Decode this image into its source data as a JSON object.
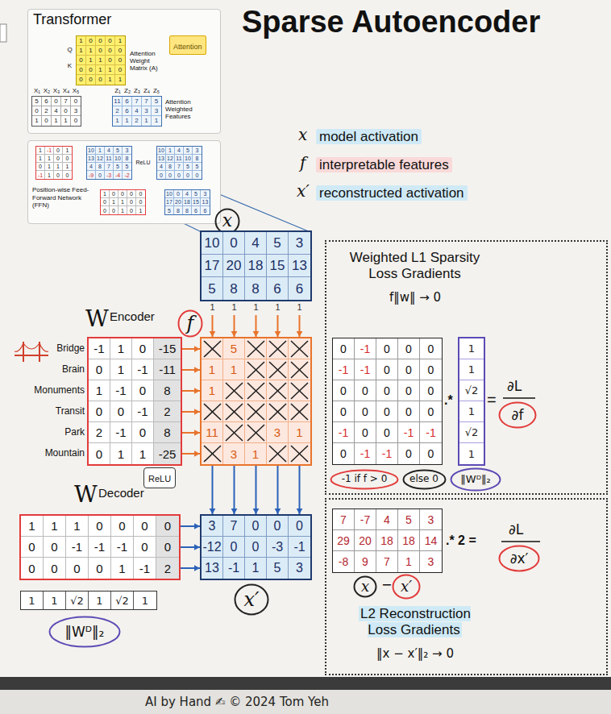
{
  "diagram": {
    "title": "Sparse Autoencoder",
    "caption": "AI by Hand ✍ © 2024 Tom Yeh",
    "nodes": [
      {
        "text": [
          "Transformer"
        ]
      },
      {
        "text": [
          "Attention"
        ],
        "in": 0
      },
      {
        "text": [
          "1",
          "0",
          "0",
          "0",
          "1",
          "1",
          "1",
          "0",
          "0",
          "0",
          "0",
          "1",
          "1",
          "0",
          "0",
          "0",
          "0",
          "1",
          "1",
          "0",
          "0",
          "0",
          "0",
          "1",
          "1"
        ],
        "in": 0
      },
      {
        "text": [
          "5",
          "6",
          "0",
          "7",
          "0",
          "0",
          "2",
          "4",
          "0",
          "3",
          "1",
          "0",
          "1",
          "1",
          "0"
        ],
        "in": 0
      },
      {
        "text": [
          "11",
          "6",
          "7",
          "7",
          "5",
          "2",
          "6",
          "4",
          "3",
          "3",
          "1",
          "1",
          "2",
          "1",
          "1"
        ],
        "in": 0
      },
      {
        "text": [
          "Position-wise Feed-Forward Network (FFN)"
        ]
      },
      {
        "text": [
          "1",
          "-1",
          "0",
          "1",
          "1",
          "1",
          "0",
          "0",
          "0",
          "1",
          "1",
          "1",
          "-1",
          "1",
          "0",
          "0"
        ],
        "in": 5
      },
      {
        "text": [
          "10",
          "1",
          "4",
          "5",
          "3",
          "13",
          "12",
          "11",
          "10",
          "8",
          "4",
          "8",
          "7",
          "5",
          "5",
          "-9",
          "0",
          "-3",
          "-4",
          "-2"
        ],
        "in": 5
      },
      {
        "text": [
          "10",
          "1",
          "4",
          "5",
          "3",
          "13",
          "12",
          "11",
          "10",
          "8",
          "4",
          "8",
          "7",
          "5",
          "5",
          "0",
          "0",
          "0",
          "0",
          "0"
        ],
        "in": 5
      },
      {
        "text": [
          "1",
          "0",
          "0",
          "0",
          "0",
          "0",
          "1",
          "1",
          "0",
          "0",
          "0",
          "0",
          "1",
          "0",
          "1"
        ],
        "in": 5
      },
      {
        "text": [
          "10",
          "0",
          "4",
          "5",
          "3",
          "17",
          "20",
          "18",
          "15",
          "13",
          "5",
          "8",
          "8",
          "6",
          "6"
        ],
        "in": 5
      },
      {
        "text": [
          "x"
        ]
      },
      {
        "text": [
          "10",
          "0",
          "4",
          "5",
          "3",
          "17",
          "20",
          "18",
          "15",
          "13",
          "5",
          "8",
          "8",
          "6",
          "6",
          "1",
          "1",
          "1",
          "1",
          "1"
        ]
      },
      {
        "text": [
          "f"
        ]
      },
      {
        "text": [
          "-1",
          "1",
          "0",
          "-15",
          "0",
          "1",
          "-1",
          "-11",
          "1",
          "-1",
          "0",
          "8",
          "0",
          "0",
          "-1",
          "2",
          "2",
          "-1",
          "0",
          "8",
          "0",
          "1",
          "1",
          "-25"
        ]
      },
      {
        "text": [
          "5",
          "1",
          "1",
          "1",
          "11",
          "3",
          "1",
          "3",
          "1"
        ]
      },
      {
        "text": [
          "ReLU"
        ]
      },
      {
        "text": [
          "1",
          "1",
          "1",
          "0",
          "0",
          "0",
          "0",
          "0",
          "0",
          "-1",
          "-1",
          "-1",
          "0",
          "0",
          "0",
          "0",
          "0",
          "0",
          "1",
          "-1",
          "2"
        ]
      },
      {
        "text": [
          "3",
          "7",
          "0",
          "0",
          "0",
          "-12",
          "0",
          "0",
          "-3",
          "-1",
          "13",
          "-1",
          "1",
          "5",
          "3"
        ]
      },
      {
        "text": [
          "1",
          "1",
          "√2",
          "1",
          "√2",
          "1"
        ]
      },
      {
        "text": [
          "‖Wᴰ‖₂"
        ]
      },
      {
        "text": [
          "x′"
        ]
      },
      {
        "text": [
          "Weighted L1 Sparsity Loss Gradients",
          "f‖w‖ → 0"
        ]
      },
      {
        "text": [
          "0",
          "-1",
          "0",
          "0",
          "0",
          "-1",
          "-1",
          "0",
          "0",
          "0",
          "0",
          "0",
          "0",
          "0",
          "0",
          "0",
          "0",
          "0",
          "0",
          "0",
          "-1",
          "0",
          "0",
          "-1",
          "-1",
          "0",
          "-1",
          "-1",
          "0",
          "0"
        ],
        "in": 22
      },
      {
        "text": [
          "1",
          "1",
          "√2",
          "1",
          "√2",
          "1"
        ],
        "in": 22
      },
      {
        "text": [
          "∂f"
        ],
        "in": 22
      },
      {
        "text": [
          "-1 if f > 0"
        ],
        "in": 22
      },
      {
        "text": [
          "else 0"
        ],
        "in": 22
      },
      {
        "text": [
          "‖Wᴰ‖₂"
        ],
        "in": 22
      },
      {
        "text": [
          "L2 Reconstruction Loss Gradients",
          "‖x − x′‖₂ → 0"
        ]
      },
      {
        "text": [
          "7",
          "-7",
          "4",
          "5",
          "3",
          "29",
          "20",
          "18",
          "18",
          "14",
          "-8",
          "9",
          "7",
          "1",
          "3"
        ],
        "in": 29
      },
      {
        "text": [
          "x"
        ],
        "in": 29
      },
      {
        "text": [
          "x′"
        ],
        "in": 29
      },
      {
        "text": [
          "∂x′"
        ],
        "in": 29
      }
    ],
    "edges": [
      {
        "from": 3,
        "to": 4,
        "arrow": "to"
      },
      {
        "from": 6,
        "to": 7,
        "arrow": "to"
      },
      {
        "from": 7,
        "to": 8,
        "label": "ReLU",
        "arrow": "to"
      },
      {
        "from": 8,
        "to": 10,
        "arrow": "to"
      },
      {
        "from": 9,
        "to": 10,
        "arrow": "to"
      },
      {
        "from": 12,
        "to": 15,
        "arrow": "to"
      },
      {
        "from": 12,
        "to": 15,
        "arrow": "to"
      },
      {
        "from": 12,
        "to": 15,
        "arrow": "to"
      },
      {
        "from": 12,
        "to": 15,
        "arrow": "to"
      },
      {
        "from": 12,
        "to": 15,
        "arrow": "to"
      },
      {
        "from": 14,
        "to": 15,
        "arrow": "to"
      },
      {
        "from": 14,
        "to": 15,
        "arrow": "to"
      },
      {
        "from": 14,
        "to": 15,
        "arrow": "to"
      },
      {
        "from": 14,
        "to": 15,
        "arrow": "to"
      },
      {
        "from": 14,
        "to": 15,
        "arrow": "to"
      },
      {
        "from": 14,
        "to": 15,
        "arrow": "to"
      },
      {
        "from": 15,
        "to": 18,
        "arrow": "to"
      },
      {
        "from": 15,
        "to": 18,
        "arrow": "to"
      },
      {
        "from": 15,
        "to": 18,
        "arrow": "to"
      },
      {
        "from": 15,
        "to": 18,
        "arrow": "to"
      },
      {
        "from": 15,
        "to": 18,
        "arrow": "to"
      },
      {
        "from": 17,
        "to": 18,
        "arrow": "to"
      },
      {
        "from": 17,
        "to": 18,
        "arrow": "to"
      },
      {
        "from": 17,
        "to": 18,
        "arrow": "to"
      }
    ],
    "labels": [
      "Q",
      "K",
      "Attention Weight Matrix (A)",
      "X₁",
      "X₂",
      "X₃",
      "X₄",
      "X₅",
      "Z₁",
      "Z₂",
      "Z₃",
      "Z₄",
      "Z₅",
      "Attention Weighted Features",
      "W",
      "Encoder",
      "Bridge",
      "Brain",
      "Monuments",
      "Transit",
      "Park",
      "Mountain",
      "W",
      "Decoder",
      ".*",
      "=",
      "∂L",
      ".* 2 =",
      "∂L",
      "−",
      "x",
      "f",
      "x′"
    ],
    "legend": [
      {
        "text": "model activation",
        "color": "#cfeaf6"
      },
      {
        "text": "interpretable features",
        "color": "#f9d9d9"
      },
      {
        "text": "reconstructed activation",
        "color": "#cfeaf6"
      }
    ]
  }
}
